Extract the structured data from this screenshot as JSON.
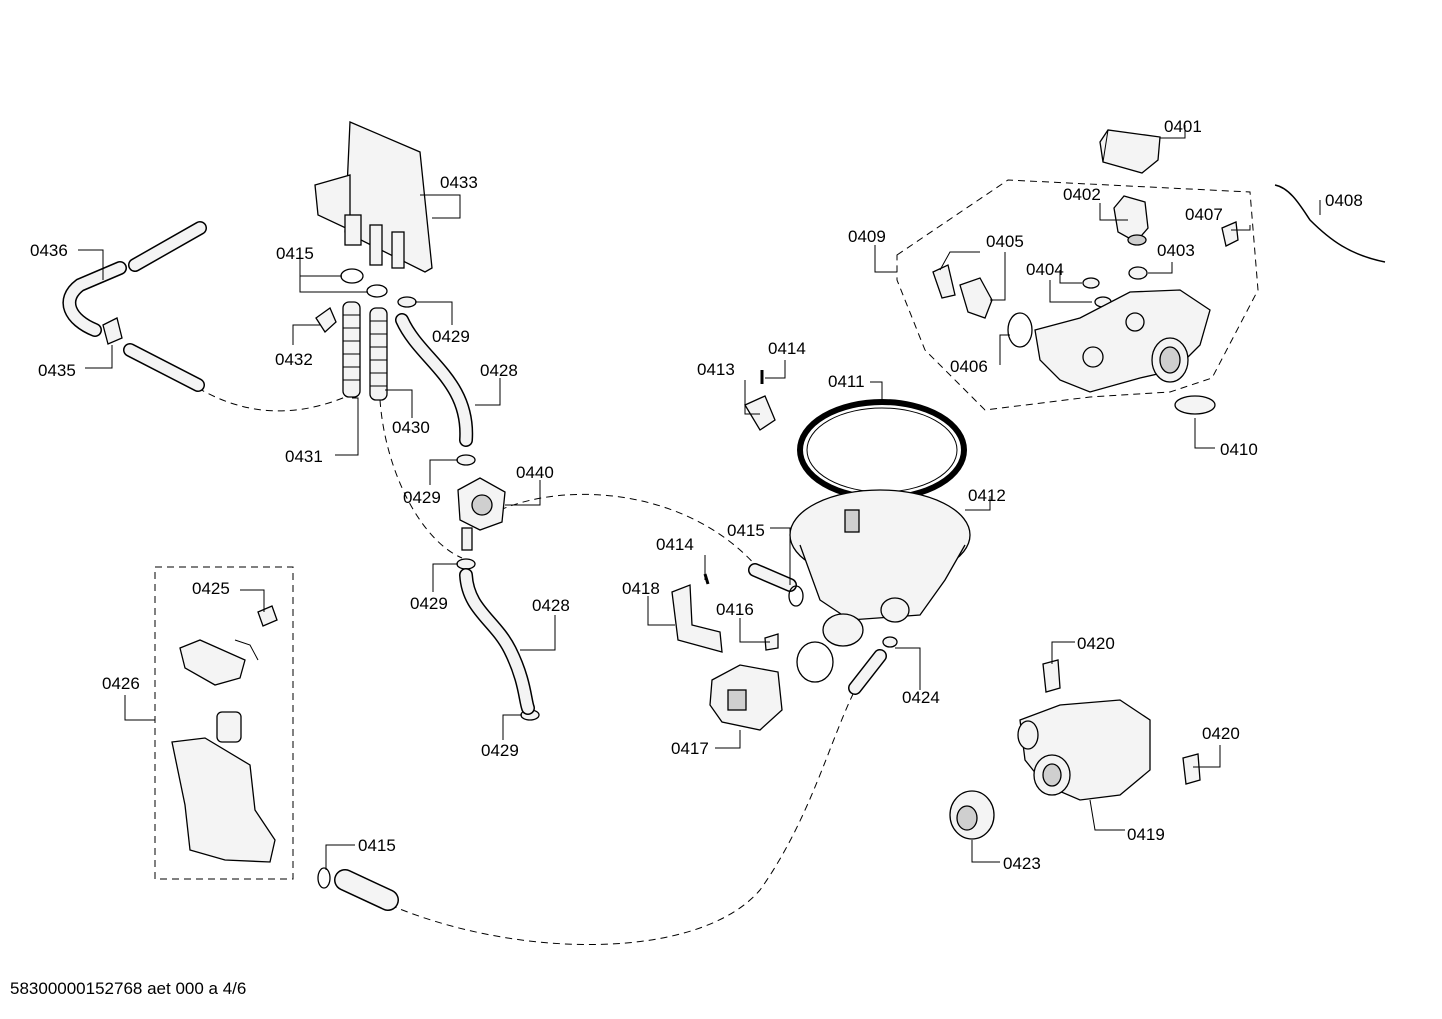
{
  "drawing_id": "58300000152768 aet 000 a 4/6",
  "labels": {
    "p0401": "0401",
    "p0402": "0402",
    "p0403": "0403",
    "p0404": "0404",
    "p0405": "0405",
    "p0406": "0406",
    "p0407": "0407",
    "p0408": "0408",
    "p0409": "0409",
    "p0410": "0410",
    "p0411": "0411",
    "p0412": "0412",
    "p0413": "0413",
    "p0414a": "0414",
    "p0414b": "0414",
    "p0415a": "0415",
    "p0415b": "0415",
    "p0415c": "0415",
    "p0416": "0416",
    "p0417": "0417",
    "p0418": "0418",
    "p0419": "0419",
    "p0420a": "0420",
    "p0420b": "0420",
    "p0423": "0423",
    "p0424": "0424",
    "p0425": "0425",
    "p0426": "0426",
    "p0428a": "0428",
    "p0428b": "0428",
    "p0429a": "0429",
    "p0429b": "0429",
    "p0429c": "0429",
    "p0429d": "0429",
    "p0430": "0430",
    "p0431": "0431",
    "p0432": "0432",
    "p0433": "0433",
    "p0435": "0435",
    "p0436": "0436",
    "p0440": "0440"
  }
}
